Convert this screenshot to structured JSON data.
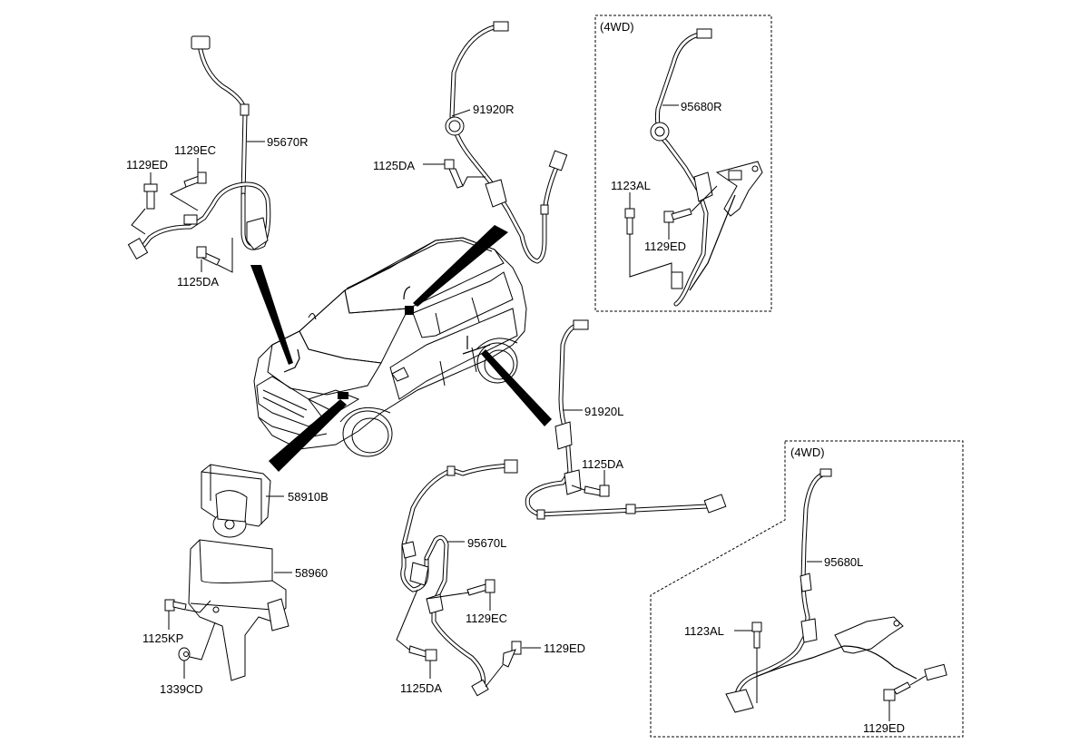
{
  "diagram": {
    "type": "exploded parts diagram",
    "subject": "ABS wheel speed sensors and hydraulic module",
    "groups": [
      {
        "id": "front-right-sensor",
        "labels": [
          "95670R",
          "1129EC",
          "1129ED",
          "1125DA"
        ]
      },
      {
        "id": "rear-right-sensor-2wd",
        "labels": [
          "91920R",
          "1125DA"
        ]
      },
      {
        "id": "rear-right-sensor-4wd",
        "box_label": "(4WD)",
        "labels": [
          "95680R",
          "1123AL",
          "1129ED"
        ]
      },
      {
        "id": "rear-left-sensor-2wd",
        "labels": [
          "91920L",
          "1125DA"
        ]
      },
      {
        "id": "abs-module",
        "labels": [
          "58910B",
          "58960",
          "1125KP",
          "1339CD"
        ]
      },
      {
        "id": "front-left-sensor",
        "labels": [
          "95670L",
          "1129EC",
          "1129ED",
          "1125DA"
        ]
      },
      {
        "id": "rear-left-sensor-4wd",
        "box_label": "(4WD)",
        "labels": [
          "95680L",
          "1123AL",
          "1129ED"
        ]
      }
    ]
  }
}
